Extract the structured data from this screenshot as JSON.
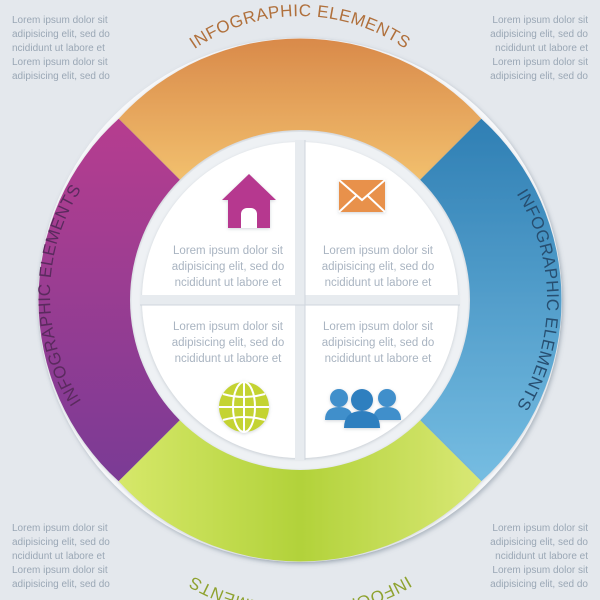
{
  "background": "#e4e8ed",
  "colors": {
    "orange": "#e8a55c",
    "magenta": "#a73a8e",
    "blue": "#4a97c4",
    "green": "#b5d13a",
    "house_icon": "#b6388f",
    "envelope_icon": "#e8914b",
    "globe_icon": "#c4d332",
    "people_icon": "#3f8fcb"
  },
  "segments": {
    "top": {
      "label": "INFOGRAPHIC ELEMENTS",
      "color": "orange"
    },
    "left": {
      "label": "INFOGRAPHIC ELEMENTS",
      "color": "magenta"
    },
    "right": {
      "label": "INFOGRAPHIC ELEMENTS",
      "color": "blue"
    },
    "bottom": {
      "label": "INFOGRAPHIC ELEMENTS",
      "color": "green"
    }
  },
  "corner_texts": {
    "top_left": [
      "Lorem ipsum dolor sit",
      "adipisicing elit, sed do",
      "ncididunt ut labore et",
      "Lorem ipsum dolor sit",
      "adipisicing elit, sed do"
    ],
    "top_right": [
      "Lorem ipsum dolor sit",
      "adipisicing elit, sed do",
      "ncididunt ut labore et",
      "Lorem ipsum dolor sit",
      "adipisicing elit, sed do"
    ],
    "bottom_left": [
      "Lorem ipsum dolor sit",
      "adipisicing elit, sed do",
      "ncididunt ut labore et",
      "Lorem ipsum dolor sit",
      "adipisicing elit, sed do"
    ],
    "bottom_right": [
      "Lorem ipsum dolor sit",
      "adipisicing elit, sed do",
      "ncididunt ut labore et",
      "Lorem ipsum dolor sit",
      "adipisicing elit, sed do"
    ]
  },
  "quadrants": {
    "top_left": {
      "icon": "house-icon",
      "lines": [
        "Lorem ipsum dolor sit",
        "adipisicing elit, sed do",
        "ncididunt ut labore et"
      ]
    },
    "top_right": {
      "icon": "envelope-icon",
      "lines": [
        "Lorem ipsum dolor sit",
        "adipisicing elit, sed do",
        "ncididunt ut labore et"
      ]
    },
    "bottom_left": {
      "icon": "globe-icon",
      "lines": [
        "Lorem ipsum dolor sit",
        "adipisicing elit, sed do",
        "ncididunt ut labore et"
      ]
    },
    "bottom_right": {
      "icon": "people-icon",
      "lines": [
        "Lorem ipsum dolor sit",
        "adipisicing elit, sed do",
        "ncididunt ut labore et"
      ]
    }
  }
}
